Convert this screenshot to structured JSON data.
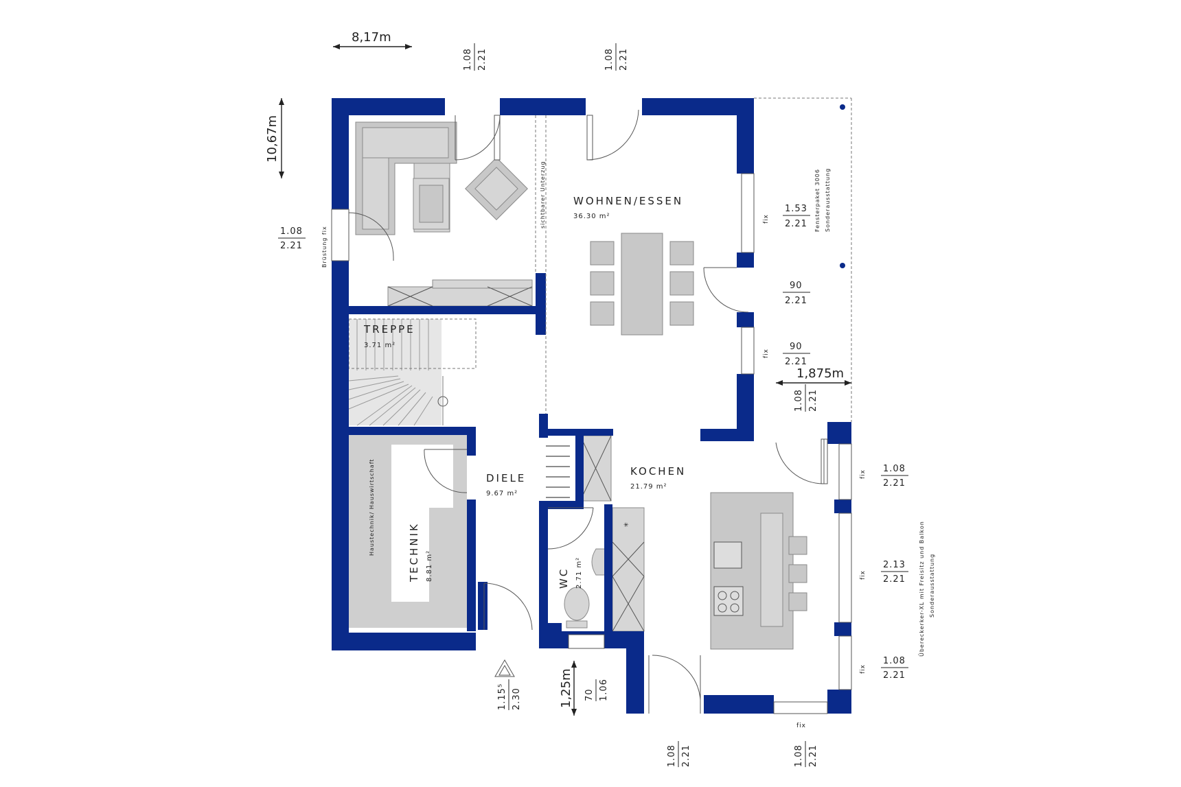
{
  "plan": {
    "overall_dimensions": {
      "width": "8,17m",
      "depth": "10,67m",
      "bay": "1,875m",
      "entry_depth": "1,25m"
    },
    "rooms": {
      "wohnen": {
        "name": "WOHNEN/ESSEN",
        "area": "36.30 m²"
      },
      "treppe": {
        "name": "TREPPE",
        "area": "3.71 m²"
      },
      "diele": {
        "name": "DIELE",
        "area": "9.67 m²"
      },
      "kochen": {
        "name": "KOCHEN",
        "area": "21.79 m²"
      },
      "technik": {
        "name": "TECHNIK",
        "area": "8.81 m²",
        "sub": "Haustechnik/ Hauswirtschaft"
      },
      "wc": {
        "name": "WC",
        "area": "2.71 m²"
      }
    },
    "notes": {
      "unterzug": "sichtbarer Unterzug",
      "bruestung": "Brüstung fix",
      "fensterpaket_1": "Fensterpaket 3006",
      "fensterpaket_2": "Sonderausstattung",
      "erker_1": "Übereckerker-XL mit Freisitz und Balkon",
      "erker_2": "Sonderausstattung",
      "fix": "fix"
    },
    "openings": {
      "top_left": {
        "w": "1.08",
        "h": "2.21"
      },
      "top_mid": {
        "w": "1.08",
        "h": "2.21"
      },
      "left": {
        "w": "1.08",
        "h": "2.21"
      },
      "right_1": {
        "w": "1.53",
        "h": "2.21"
      },
      "right_2": {
        "w": "90",
        "h": "2.21"
      },
      "right_3": {
        "w": "90",
        "h": "2.21"
      },
      "right_4": {
        "w": "1.08",
        "h": "2.21"
      },
      "erker_1": {
        "w": "1.08",
        "h": "2.21"
      },
      "erker_2": {
        "w": "2.13",
        "h": "2.21"
      },
      "erker_3": {
        "w": "1.08",
        "h": "2.21"
      },
      "entry": {
        "w": "1.15⁵",
        "h": "2.30"
      },
      "wc_window": {
        "w": "70",
        "h": "1.06"
      },
      "bottom_1": {
        "w": "1.08",
        "h": "2.21"
      },
      "bottom_2": {
        "w": "1.08",
        "h": "2.21"
      }
    }
  }
}
